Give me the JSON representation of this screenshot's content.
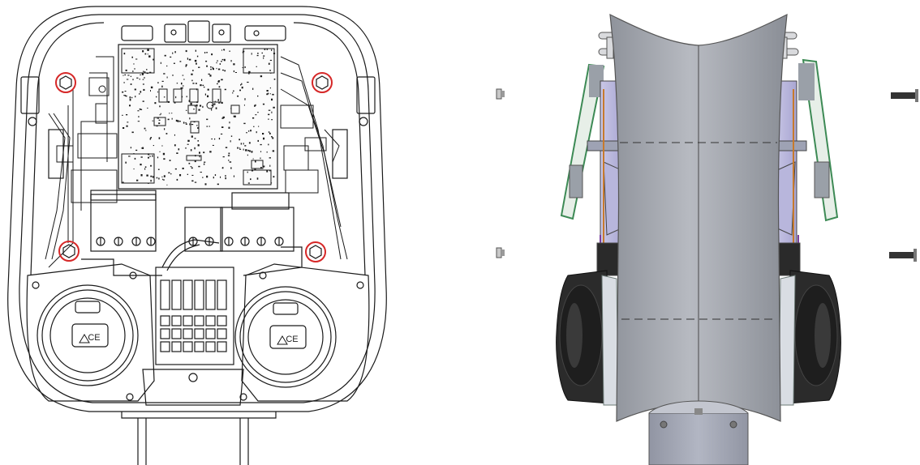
{
  "figure": {
    "left_view": {
      "socket_marks": [
        "CE",
        "CE"
      ],
      "highlighted_screws": 4,
      "highlight_color": "#d62828"
    },
    "right_view": {
      "housing_color": "#9a9ea6",
      "post_color": "#a6aab6"
    }
  },
  "colors": {
    "line": "#1a1a1a",
    "pcb_green": "#3d8a55",
    "cable_orange": "#c77a2c",
    "cable_purple": "#7b3fa0"
  }
}
